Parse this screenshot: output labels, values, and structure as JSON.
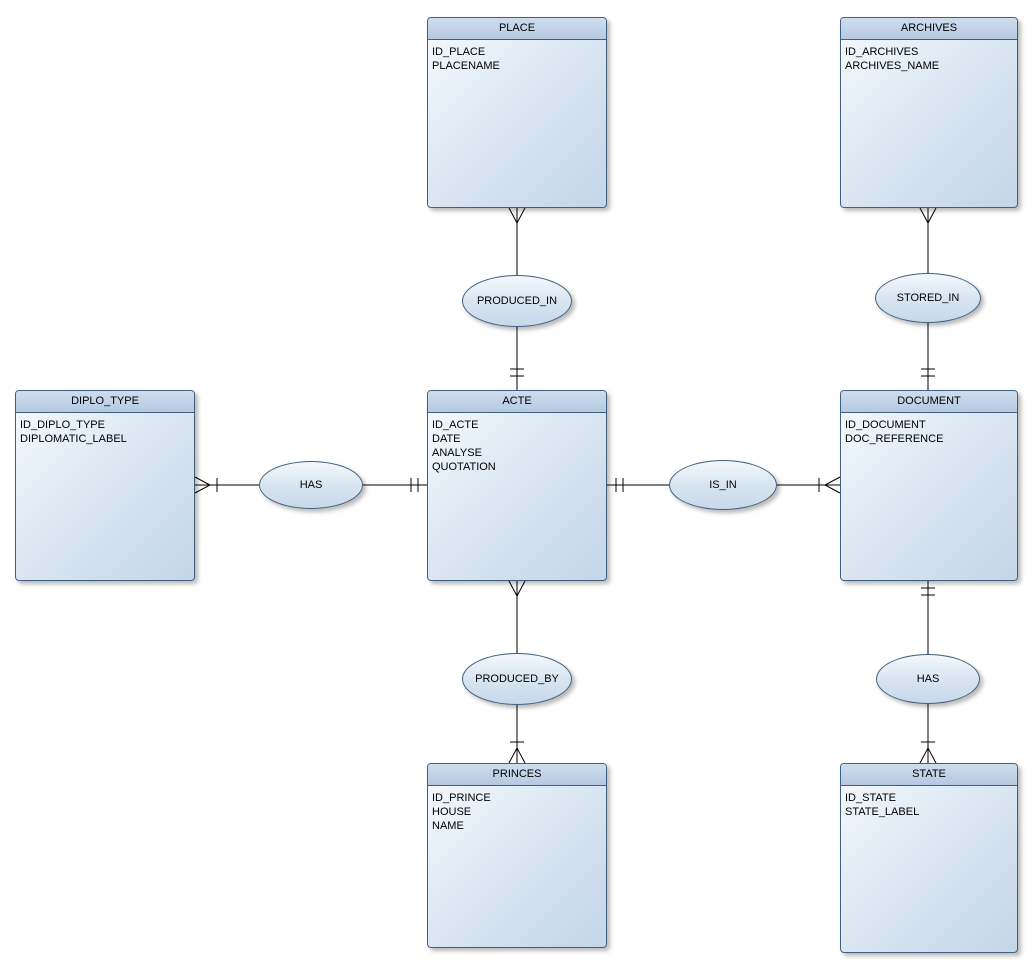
{
  "diagram": {
    "type": "entity-relationship",
    "entities": [
      {
        "id": "place",
        "title": "PLACE",
        "attributes": [
          "ID_PLACE",
          "PLACENAME"
        ]
      },
      {
        "id": "archives",
        "title": "ARCHIVES",
        "attributes": [
          "ID_ARCHIVES",
          "ARCHIVES_NAME"
        ]
      },
      {
        "id": "diplo_type",
        "title": "DIPLO_TYPE",
        "attributes": [
          "ID_DIPLO_TYPE",
          "DIPLOMATIC_LABEL"
        ]
      },
      {
        "id": "acte",
        "title": "ACTE",
        "attributes": [
          "ID_ACTE",
          "DATE",
          "ANALYSE",
          "QUOTATION"
        ]
      },
      {
        "id": "document",
        "title": "DOCUMENT",
        "attributes": [
          "ID_DOCUMENT",
          "DOC_REFERENCE"
        ]
      },
      {
        "id": "princes",
        "title": "PRINCES",
        "attributes": [
          "ID_PRINCE",
          "HOUSE",
          "NAME"
        ]
      },
      {
        "id": "state",
        "title": "STATE",
        "attributes": [
          "ID_STATE",
          "STATE_LABEL"
        ]
      }
    ],
    "relationships": [
      {
        "label": "PRODUCED_IN",
        "from": "PLACE",
        "to": "ACTE",
        "from_cardinality": "many",
        "to_cardinality": "one"
      },
      {
        "label": "STORED_IN",
        "from": "ARCHIVES",
        "to": "DOCUMENT",
        "from_cardinality": "many",
        "to_cardinality": "one"
      },
      {
        "label": "HAS",
        "from": "DIPLO_TYPE",
        "to": "ACTE",
        "from_cardinality": "many",
        "to_cardinality": "one"
      },
      {
        "label": "IS_IN",
        "from": "DOCUMENT",
        "to": "ACTE",
        "from_cardinality": "many",
        "to_cardinality": "one"
      },
      {
        "label": "PRODUCED_BY",
        "from": "ACTE",
        "to": "PRINCES",
        "from_cardinality": "many",
        "to_cardinality": "many"
      },
      {
        "label": "HAS",
        "from": "STATE",
        "to": "DOCUMENT",
        "from_cardinality": "many",
        "to_cardinality": "one"
      }
    ],
    "colors": {
      "entity_header": "#b9cde4",
      "entity_body": "#cfdeee",
      "shape_border": "#41607f",
      "connector": "#000000",
      "background": "#ffffff"
    }
  }
}
